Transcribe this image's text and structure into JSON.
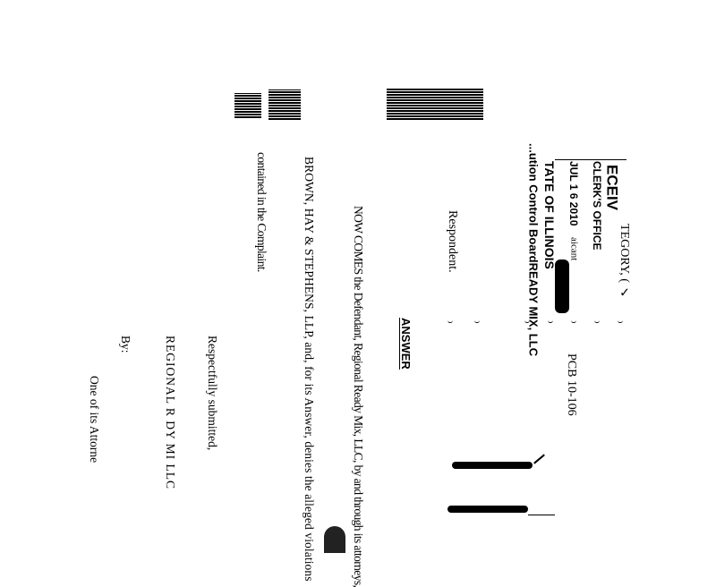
{
  "header": {
    "received_stamp": "ECEIV",
    "clerks_office": "CLERK'S OFFICE",
    "date": "JUL 1 6 2010",
    "category": "TEGORY, ( ✓",
    "state": "TATE OF ILLINOIS",
    "board_line": "...ution Control BoardREADY MIX, LLC",
    "applicant_fragment": "aicant",
    "case_number": "PCB 10-106",
    "respondent": "Respondent."
  },
  "title": "ANSWER",
  "body": {
    "line1": "NOW COMES the Defendant, Regional Ready Mix, LLC, by and through its attorneys,",
    "line2": "BROWN, HAY & STEPHENS, LLP, and, for its Answer, denies the alleged violations",
    "line3": "contained in the Complaint."
  },
  "signature": {
    "closing": "Respectfully submitted,",
    "company": "REGIONAL R  DY MI  LLC",
    "by": "By:",
    "attorney": "One of its Attorne"
  }
}
